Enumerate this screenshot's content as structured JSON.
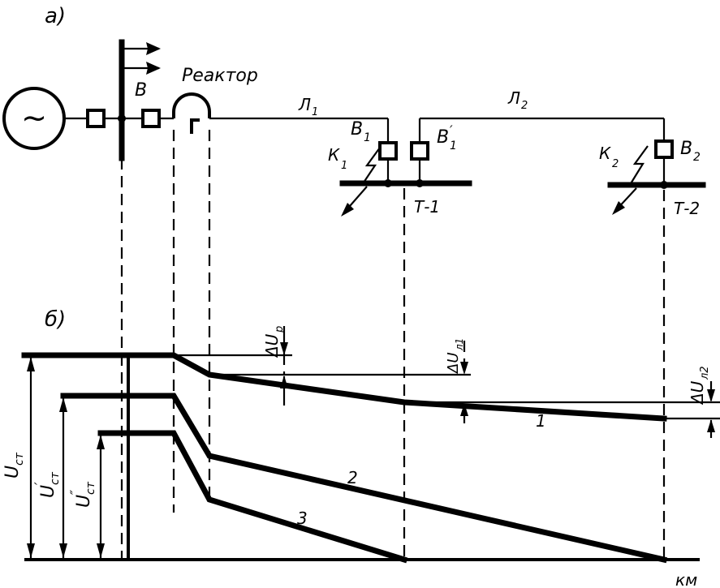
{
  "labels": {
    "part_a": "а)",
    "part_b": "б)",
    "breaker_b": "В",
    "reactor": "Реактор",
    "line1": "Л",
    "line1_sub": "1",
    "line2": "Л",
    "line2_sub": "2",
    "b1": "В",
    "b1_sub": "1",
    "b1p": "В",
    "b1p_sub": "1",
    "b1p_prime": "′",
    "b2": "В",
    "b2_sub": "2",
    "k1": "К",
    "k1_sub": "1",
    "k2": "К",
    "k2_sub": "2",
    "t1": "Т-1",
    "t2": "Т-2",
    "du_p": "ΔU",
    "du_p_sub": "р",
    "du_l1": "ΔU",
    "du_l1_sub": "л1",
    "du_l2": "ΔU",
    "du_l2_sub": "л2",
    "u1": "U",
    "u1_sub": "ст",
    "u2": "U",
    "u2_sub": "ст",
    "u2_prime": "′",
    "u3": "U",
    "u3_sub": "ст",
    "u3_prime": "″",
    "curve1": "1",
    "curve2": "2",
    "curve3": "3",
    "km": "км"
  },
  "generator_symbol": "~"
}
